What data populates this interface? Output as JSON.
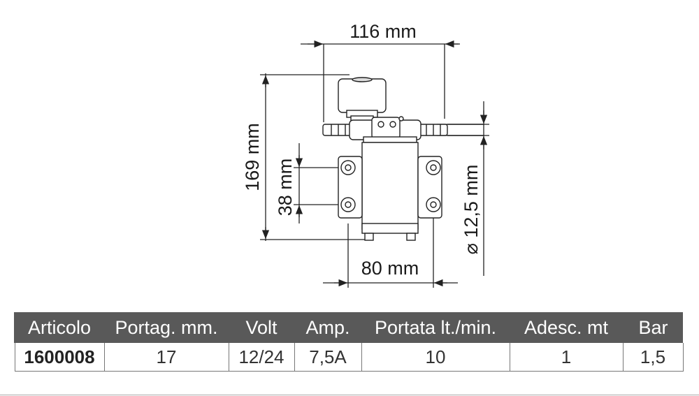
{
  "dimensions": {
    "width_top": "116 mm",
    "height_total": "169 mm",
    "mount_spacing": "38 mm",
    "hose_diameter": "⌀ 12,5 mm",
    "width_base": "80 mm"
  },
  "table": {
    "headers": [
      "Articolo",
      "Portag. mm.",
      "Volt",
      "Amp.",
      "Portata lt./min.",
      "Adesc. mt",
      "Bar"
    ],
    "rows": [
      [
        "1600008",
        "17",
        "12/24",
        "7,5A",
        "10",
        "1",
        "1,5"
      ]
    ]
  }
}
